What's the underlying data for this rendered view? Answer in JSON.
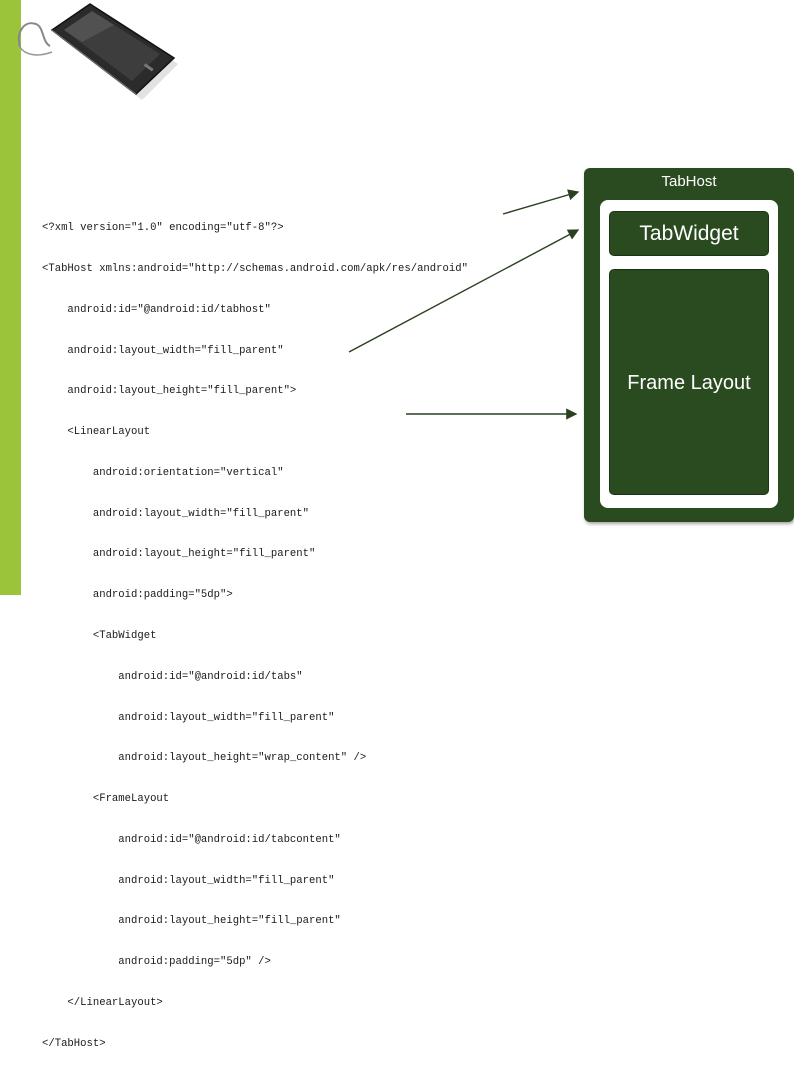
{
  "code": {
    "lines": [
      "<?xml version=\"1.0\" encoding=\"utf-8\"?>",
      "<TabHost xmlns:android=\"http://schemas.android.com/apk/res/android\"",
      "    android:id=\"@android:id/tabhost\"",
      "    android:layout_width=\"fill_parent\"",
      "    android:layout_height=\"fill_parent\">",
      "    <LinearLayout",
      "        android:orientation=\"vertical\"",
      "        android:layout_width=\"fill_parent\"",
      "        android:layout_height=\"fill_parent\"",
      "        android:padding=\"5dp\">",
      "        <TabWidget",
      "            android:id=\"@android:id/tabs\"",
      "            android:layout_width=\"fill_parent\"",
      "            android:layout_height=\"wrap_content\" />",
      "        <FrameLayout",
      "            android:id=\"@android:id/tabcontent\"",
      "            android:layout_width=\"fill_parent\"",
      "            android:layout_height=\"fill_parent\"",
      "            android:padding=\"5dp\" />",
      "    </LinearLayout>",
      "</TabHost>"
    ]
  },
  "diagram": {
    "tabhost_label": "TabHost",
    "tabwidget_label": "TabWidget",
    "frame_layout_label": "Frame Layout"
  },
  "colors": {
    "accent_bar": "#9bc43a",
    "box_dark_green": "#2a4a20",
    "arrow": "#2a4020"
  }
}
